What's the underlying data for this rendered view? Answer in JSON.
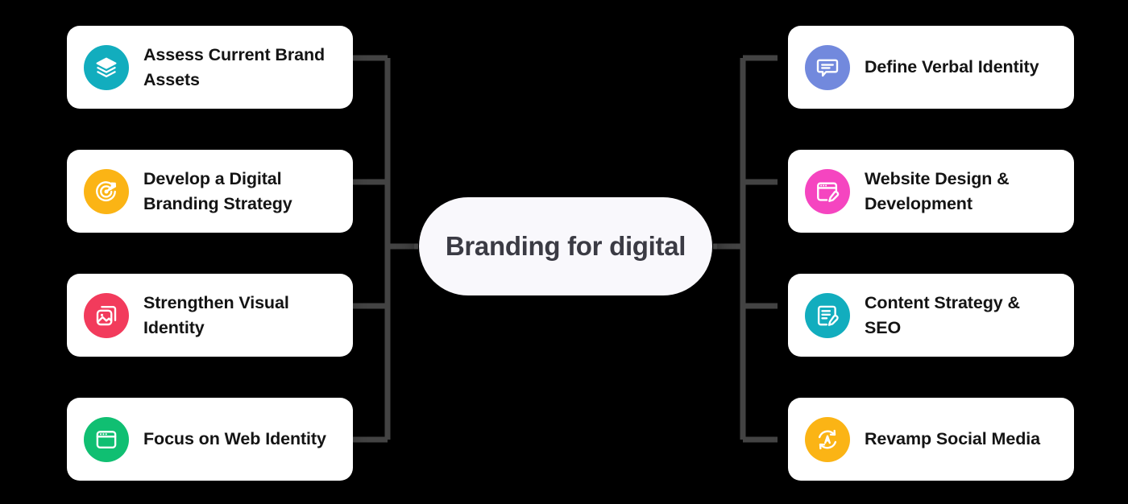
{
  "diagram": {
    "type": "mind-map",
    "title": "Branding for digital",
    "center": {
      "label": "Branding for digital",
      "gradient_colors": [
        "#8e7ae0",
        "#6f7fe0",
        "#54c3d8",
        "#3fc9b8",
        "#6cc96a",
        "#b7d24f",
        "#e0a845",
        "#e2813f",
        "#d9569a"
      ],
      "background": "#f9f8fc",
      "text_color": "#3b3b44"
    },
    "background": "#000000",
    "connector_color": "#434343"
  },
  "left_branches": [
    {
      "label": "Assess Current Brand Assets",
      "icon": "layers-icon",
      "icon_color": "#12adbe"
    },
    {
      "label": "Develop a Digital Branding Strategy",
      "icon": "target-dart-icon",
      "icon_color": "#fbb415"
    },
    {
      "label": "Strengthen Visual Identity",
      "icon": "image-gallery-icon",
      "icon_color": "#f23b5c"
    },
    {
      "label": "Focus on Web Identity",
      "icon": "browser-window-icon",
      "icon_color": "#10bf72"
    }
  ],
  "right_branches": [
    {
      "label": "Define Verbal Identity",
      "icon": "chat-bubble-icon",
      "icon_color": "#7289dd"
    },
    {
      "label": "Website Design & Development",
      "icon": "browser-pencil-icon",
      "icon_color": "#f545c0"
    },
    {
      "label": "Content Strategy & SEO",
      "icon": "document-pencil-icon",
      "icon_color": "#12adbe"
    },
    {
      "label": "Revamp Social Media",
      "icon": "refresh-a-icon",
      "icon_color": "#fbb415"
    }
  ]
}
